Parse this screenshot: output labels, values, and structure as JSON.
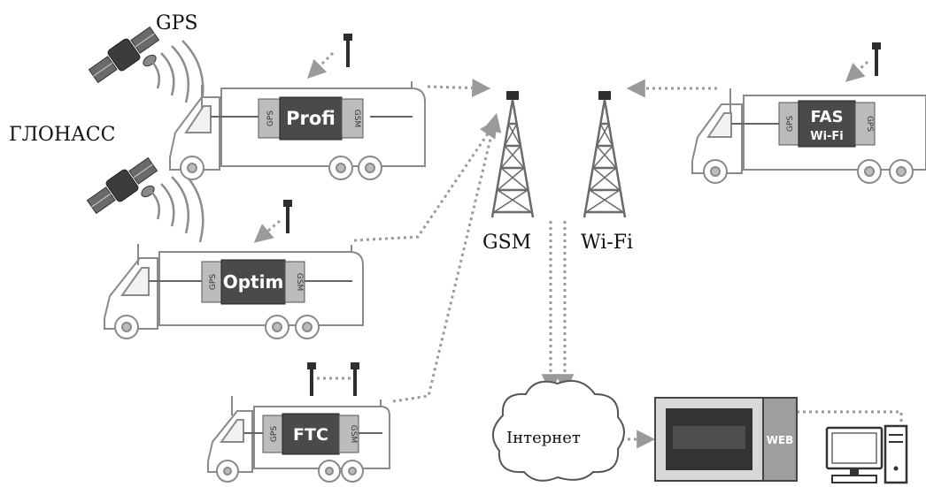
{
  "labels": {
    "gps": "GPS",
    "glonass": "ГЛОНАСС",
    "gsm_tower": "GSM",
    "wifi_tower": "Wi-Fi",
    "internet": "Інтернет"
  },
  "trucks": {
    "profi": {
      "device": "Profi",
      "left_tag": "GPS",
      "right_tag": "GSM"
    },
    "optim": {
      "device": "Optim",
      "left_tag": "GPS",
      "right_tag": "GSM"
    },
    "ftc": {
      "device": "FTC",
      "left_tag": "GPS",
      "right_tag": "GSM"
    },
    "fas": {
      "device": "FAS",
      "device_sub": "Wi-Fi",
      "left_tag": "GPS",
      "right_tag": "GPS"
    }
  },
  "server": {
    "web_label": "WEB"
  },
  "colors": {
    "line": "#8a8a8a",
    "dotted_link": "#9a9a9a",
    "device_body": "#4a4a4a",
    "device_side": "#bcbcbc",
    "web_panel": "#9e9e9e",
    "screen": "#333333"
  }
}
